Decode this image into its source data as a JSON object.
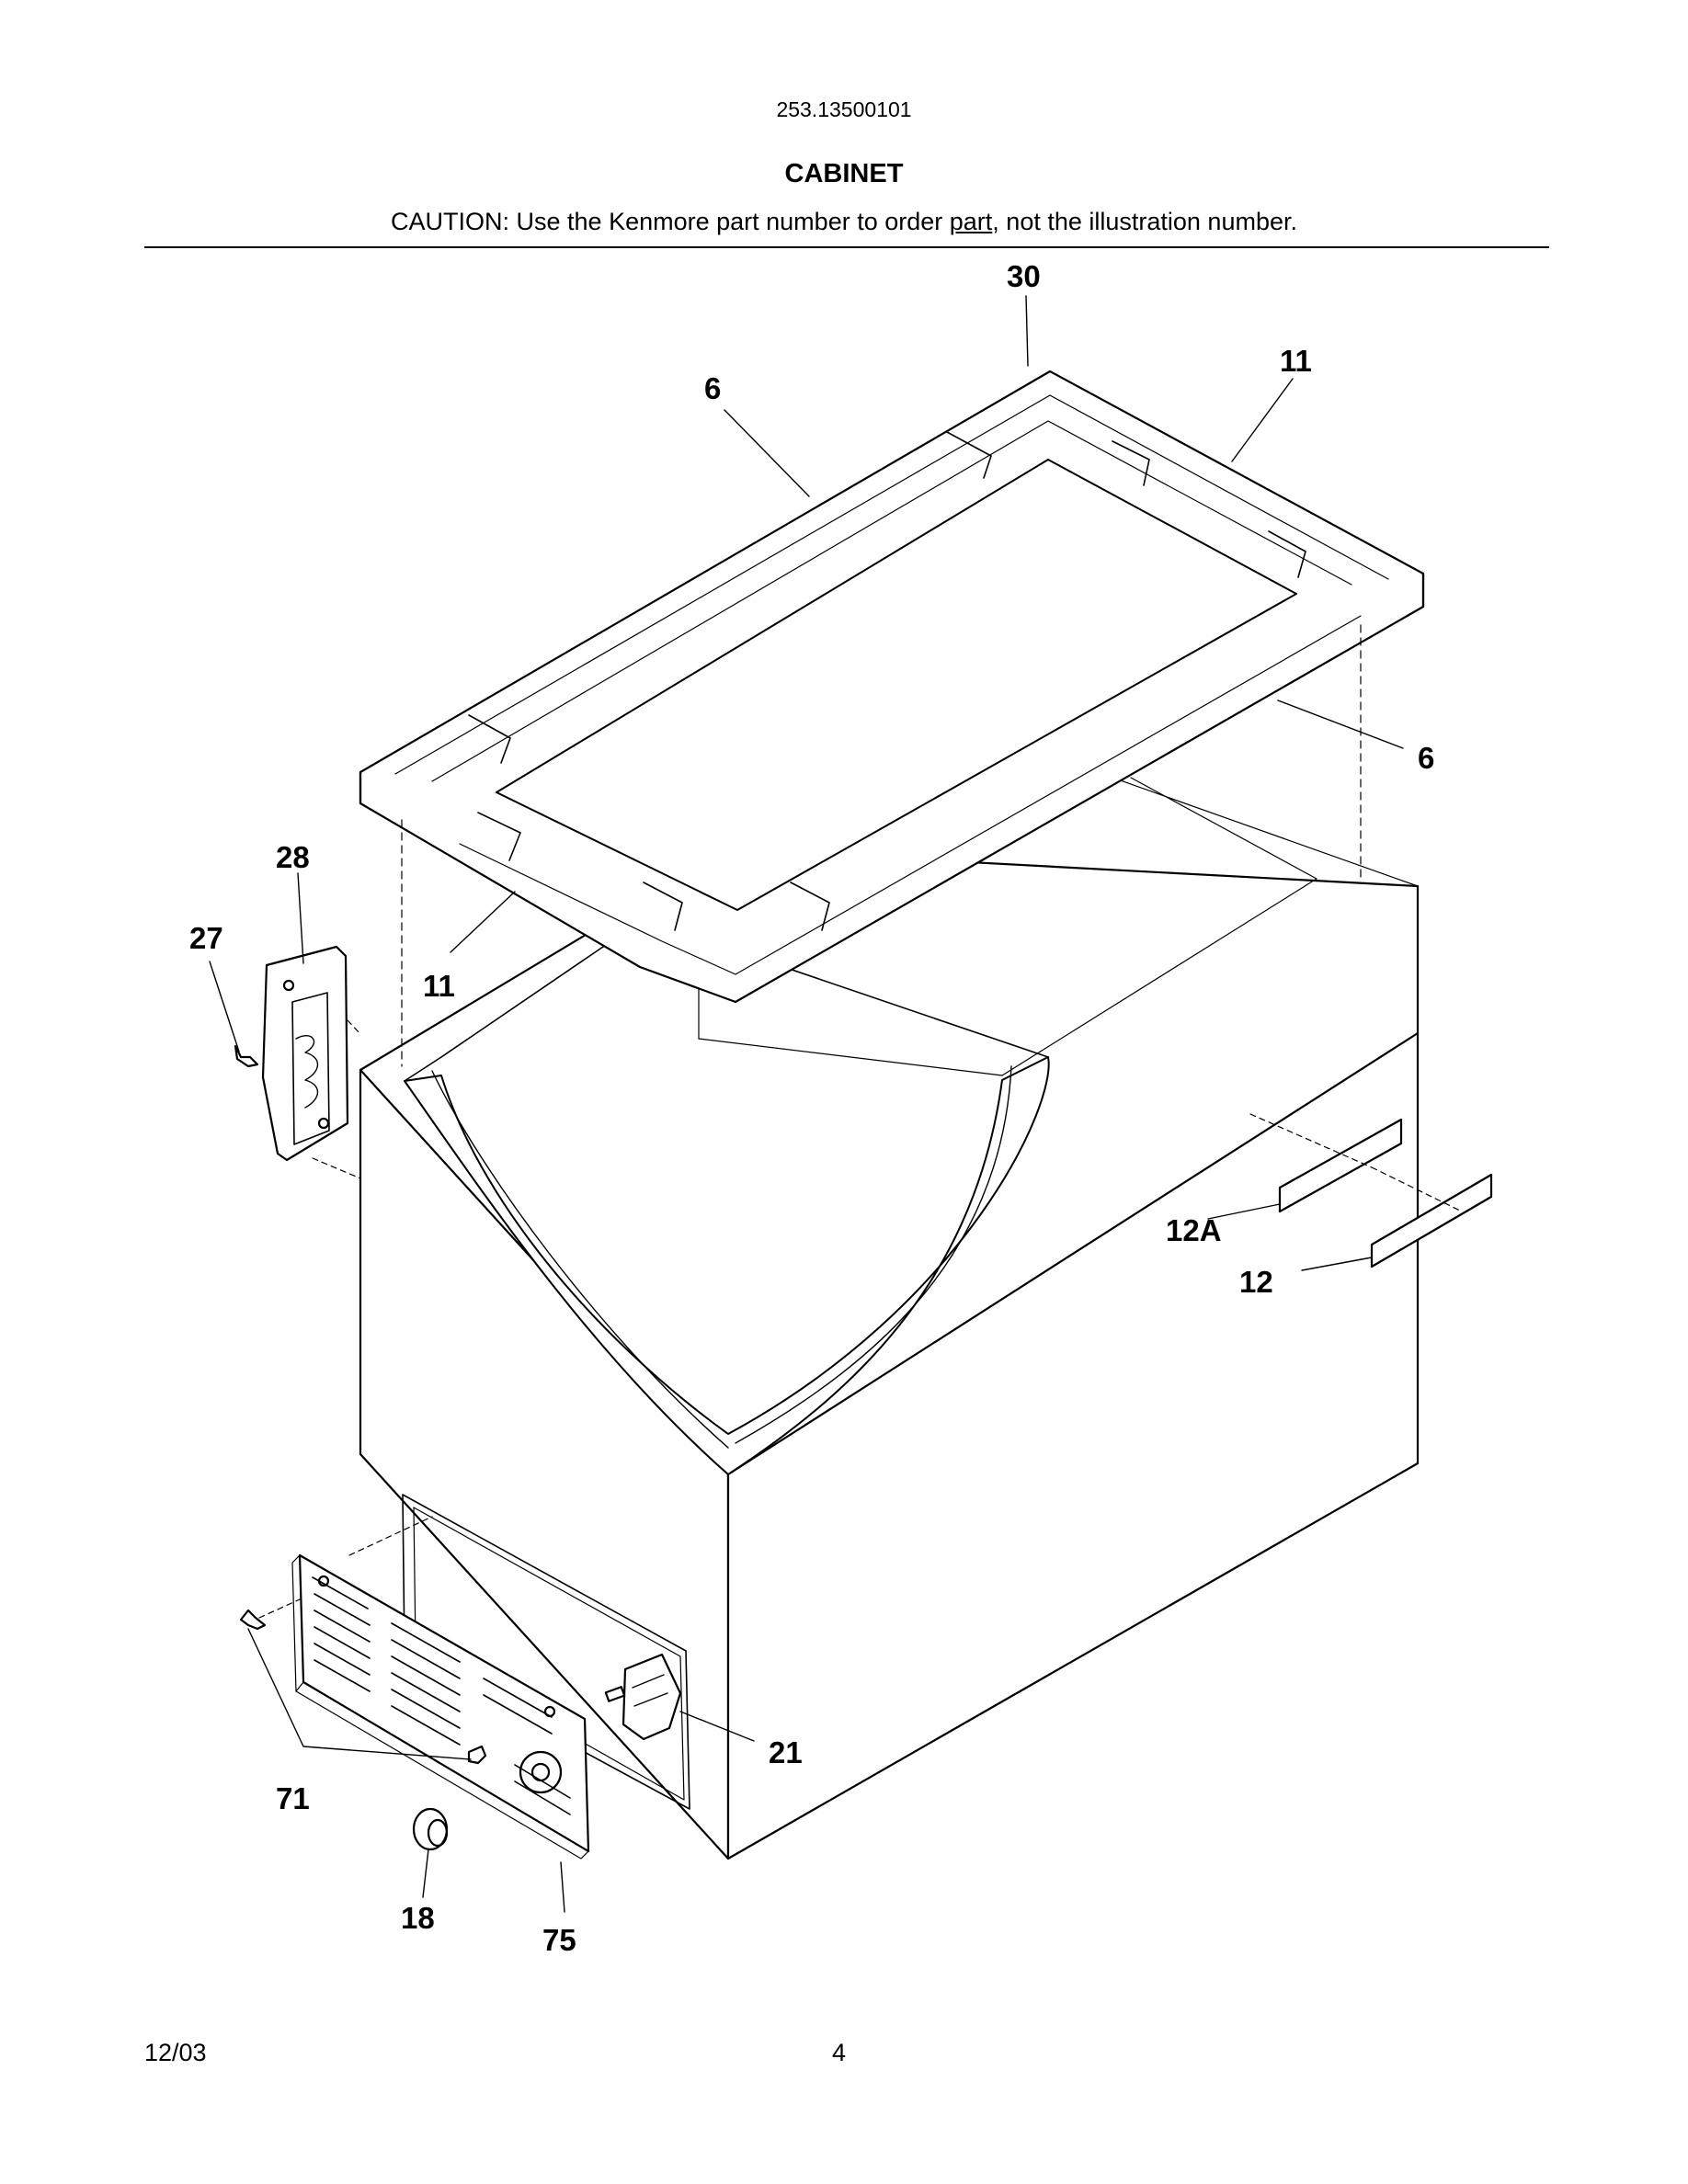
{
  "header": {
    "model_number": "253.13500101",
    "section_title": "CABINET",
    "caution_prefix": "CAUTION: Use the Kenmore part number to order ",
    "caution_link": "part",
    "caution_suffix": ", not the illustration number."
  },
  "callouts": {
    "c30": "30",
    "c6_top": "6",
    "c11_top": "11",
    "c6_right": "6",
    "c28": "28",
    "c27": "27",
    "c11_left": "11",
    "c12A": "12A",
    "c12": "12",
    "c21": "21",
    "c71": "71",
    "c18": "18",
    "c75": "75"
  },
  "footer": {
    "date": "12/03",
    "page_number": "4"
  }
}
